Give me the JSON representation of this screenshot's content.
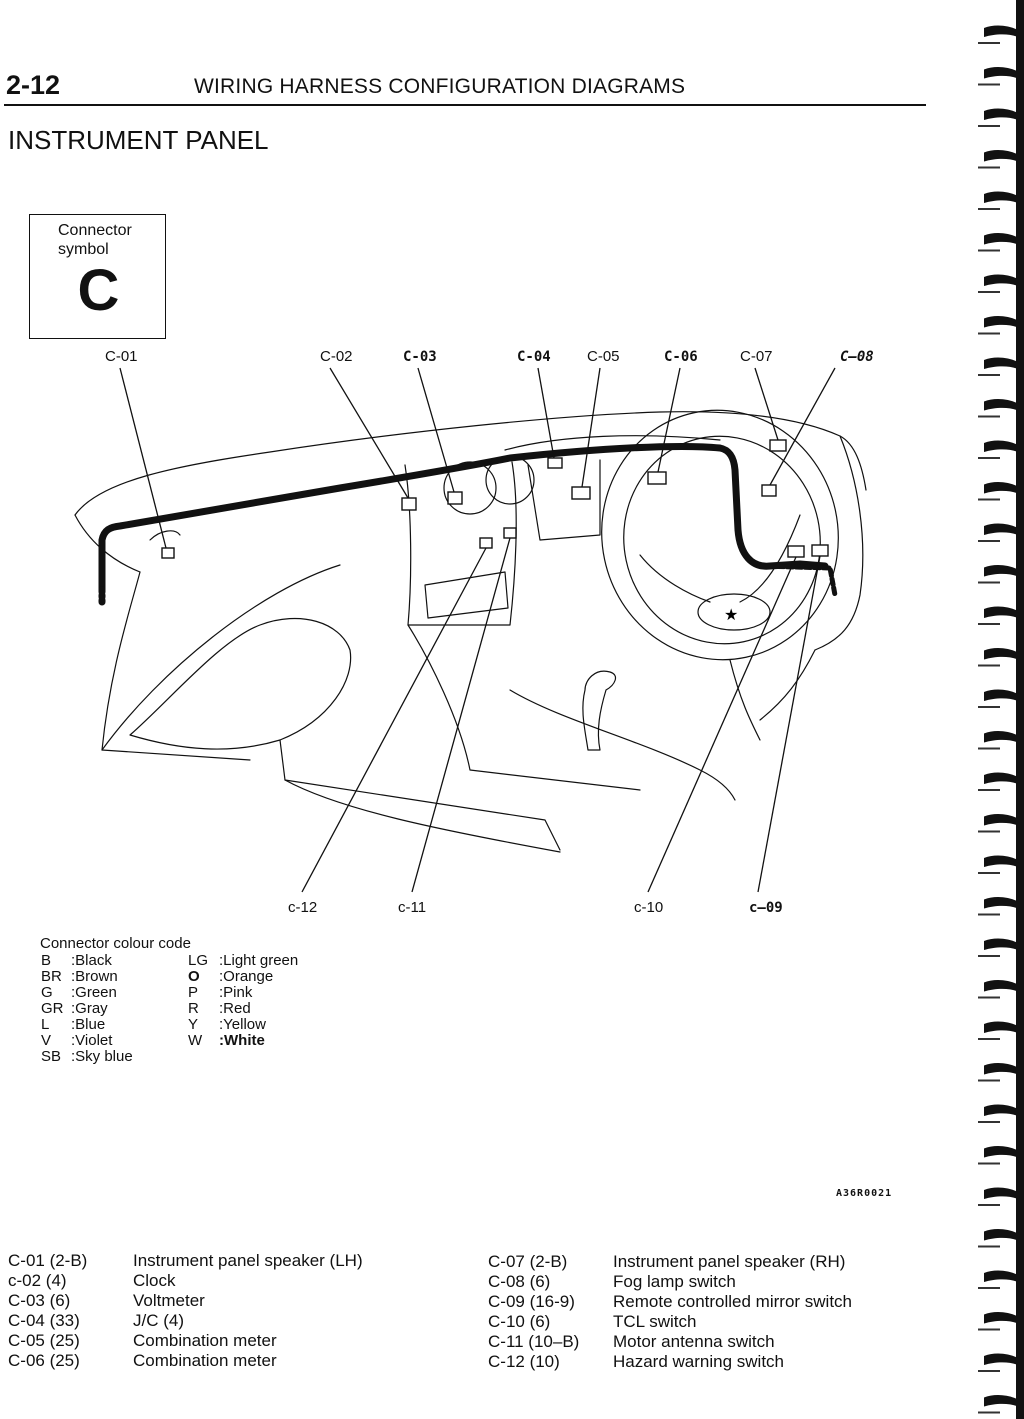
{
  "header": {
    "page_number": "2-12",
    "heading": "WIRING  HARNESS  CONFIGURATION  DIAGRAMS"
  },
  "section_title": "INSTRUMENT  PANEL",
  "symbol_box": {
    "caption": "Connector symbol",
    "letter": "C"
  },
  "diagram": {
    "top_labels": [
      "C-01",
      "C-02",
      "C-03",
      "C-04",
      "C-05",
      "C-06",
      "C-07",
      "C–08"
    ],
    "bottom_labels": [
      "c-12",
      "c-11",
      "c-10",
      "c–09"
    ],
    "figure_code": "A36R0021",
    "star_glyph": "★"
  },
  "colour_code": {
    "title": "Connector colour code",
    "left": [
      {
        "code": "B",
        "name": ":Black"
      },
      {
        "code": "BR",
        "name": ":Brown"
      },
      {
        "code": "G",
        "name": ":Green"
      },
      {
        "code": "GR",
        "name": ":Gray"
      },
      {
        "code": "L",
        "name": ":Blue"
      },
      {
        "code": "V",
        "name": ":Violet"
      },
      {
        "code": "SB",
        "name": ":Sky blue"
      }
    ],
    "right": [
      {
        "code": "LG",
        "name": ":Light green"
      },
      {
        "code": "O",
        "name": ":Orange"
      },
      {
        "code": "P",
        "name": ":Pink"
      },
      {
        "code": "R",
        "name": ":Red"
      },
      {
        "code": "Y",
        "name": ":Yellow"
      },
      {
        "code": "W",
        "name": ":White"
      }
    ]
  },
  "connectors_left": [
    {
      "id": "C-01 (2-B)",
      "desc": "Instrument panel speaker (LH)"
    },
    {
      "id": "c-02 (4)",
      "desc": "Clock"
    },
    {
      "id": "C-03 (6)",
      "desc": "Voltmeter"
    },
    {
      "id": "C-04 (33)",
      "desc": "J/C (4)"
    },
    {
      "id": "C-05 (25)",
      "desc": "Combination meter"
    },
    {
      "id": "C-06 (25)",
      "desc": "Combination meter"
    }
  ],
  "connectors_right": [
    {
      "id": "C-07 (2-B)",
      "desc": "Instrument panel speaker (RH)"
    },
    {
      "id": "C-08  (6)",
      "desc": "Fog lamp switch"
    },
    {
      "id": "C-09 (16-9)",
      "desc": "Remote controlled mirror switch"
    },
    {
      "id": "C-10 (6)",
      "desc": "TCL switch"
    },
    {
      "id": "C-11 (10–B)",
      "desc": "Motor antenna switch"
    },
    {
      "id": "C-12 (10)",
      "desc": "Hazard warning switch"
    }
  ]
}
